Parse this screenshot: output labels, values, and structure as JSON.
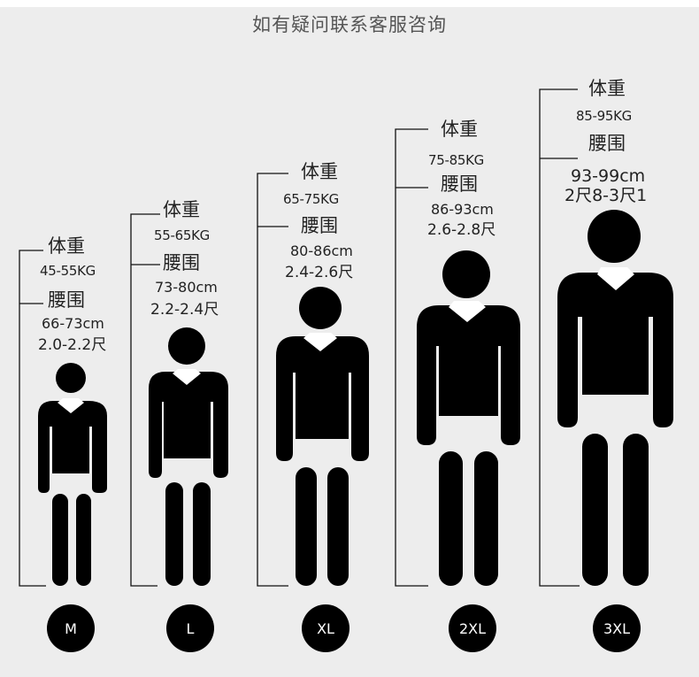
{
  "header": {
    "title": "如有疑问联系客服咨询"
  },
  "colors": {
    "background": "#ededed",
    "figure": "#000000",
    "text": "#222222",
    "title_text": "#555555",
    "badge_text": "#ffffff"
  },
  "sizes": [
    {
      "size": "M",
      "weight_label": "体重",
      "weight": "45-55KG",
      "waist_label": "腰围",
      "waist_cm": "66-73cm",
      "waist_chi": "2.0-2.2尺"
    },
    {
      "size": "L",
      "weight_label": "体重",
      "weight": "55-65KG",
      "waist_label": "腰围",
      "waist_cm": "73-80cm",
      "waist_chi": "2.2-2.4尺"
    },
    {
      "size": "XL",
      "weight_label": "体重",
      "weight": "65-75KG",
      "waist_label": "腰围",
      "waist_cm": "80-86cm",
      "waist_chi": "2.4-2.6尺"
    },
    {
      "size": "2XL",
      "weight_label": "体重",
      "weight": "75-85KG",
      "waist_label": "腰围",
      "waist_cm": "86-93cm",
      "waist_chi": "2.6-2.8尺"
    },
    {
      "size": "3XL",
      "weight_label": "体重",
      "weight": "85-95KG",
      "waist_label": "腰围",
      "waist_cm": "93-99cm",
      "waist_chi": "2尺8-3尺1"
    }
  ],
  "icons": {
    "figure": "person-silhouette-icon"
  }
}
